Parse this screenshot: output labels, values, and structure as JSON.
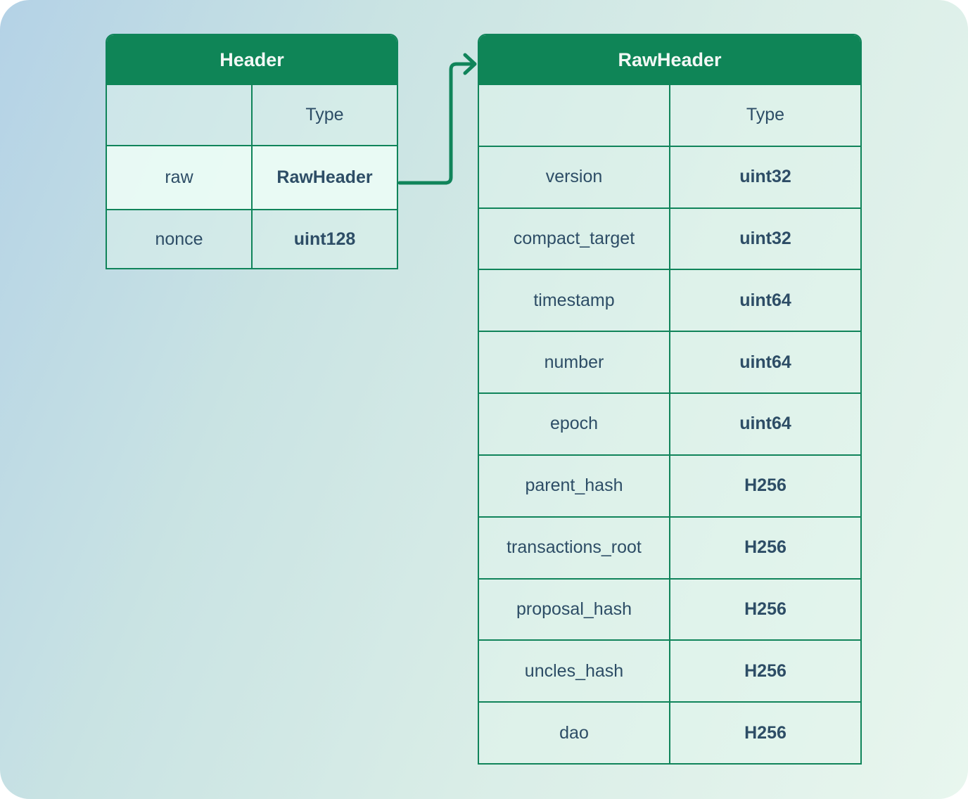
{
  "colors": {
    "accent_green": "#0f8557",
    "border_green": "#10845a",
    "cell_text": "#2d4d66",
    "title_text": "#f2f8f5",
    "background_gradient_start": "#b4d2e6",
    "background_gradient_end": "#e8f6ee"
  },
  "left_table": {
    "title": "Header",
    "columns": {
      "field": "",
      "type": "Type"
    },
    "rows": [
      {
        "field": "raw",
        "type": "RawHeader",
        "highlighted": true
      },
      {
        "field": "nonce",
        "type": "uint128",
        "highlighted": false
      }
    ]
  },
  "right_table": {
    "title": "RawHeader",
    "columns": {
      "field": "",
      "type": "Type"
    },
    "rows": [
      {
        "field": "version",
        "type": "uint32"
      },
      {
        "field": "compact_target",
        "type": "uint32"
      },
      {
        "field": "timestamp",
        "type": "uint64"
      },
      {
        "field": "number",
        "type": "uint64"
      },
      {
        "field": "epoch",
        "type": "uint64"
      },
      {
        "field": "parent_hash",
        "type": "H256"
      },
      {
        "field": "transactions_root",
        "type": "H256"
      },
      {
        "field": "proposal_hash",
        "type": "H256"
      },
      {
        "field": "uncles_hash",
        "type": "H256"
      },
      {
        "field": "dao",
        "type": "H256"
      }
    ]
  },
  "arrow": {
    "from_field": "raw",
    "to_table": "RawHeader"
  }
}
